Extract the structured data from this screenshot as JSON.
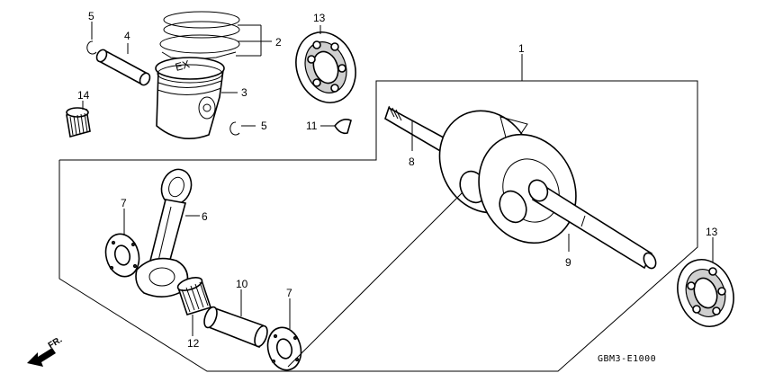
{
  "diagram": {
    "code": "GBM3-E1000",
    "direction_label": "FR.",
    "callouts": [
      {
        "id": "c1",
        "label": "1"
      },
      {
        "id": "c2",
        "label": "2"
      },
      {
        "id": "c3",
        "label": "3"
      },
      {
        "id": "c4",
        "label": "4"
      },
      {
        "id": "c5a",
        "label": "5"
      },
      {
        "id": "c5b",
        "label": "5"
      },
      {
        "id": "c6",
        "label": "6"
      },
      {
        "id": "c7a",
        "label": "7"
      },
      {
        "id": "c7b",
        "label": "7"
      },
      {
        "id": "c8",
        "label": "8"
      },
      {
        "id": "c9",
        "label": "9"
      },
      {
        "id": "c10",
        "label": "10"
      },
      {
        "id": "c11",
        "label": "11"
      },
      {
        "id": "c12",
        "label": "12"
      },
      {
        "id": "c13a",
        "label": "13"
      },
      {
        "id": "c13b",
        "label": "13"
      },
      {
        "id": "c14",
        "label": "14"
      }
    ]
  }
}
